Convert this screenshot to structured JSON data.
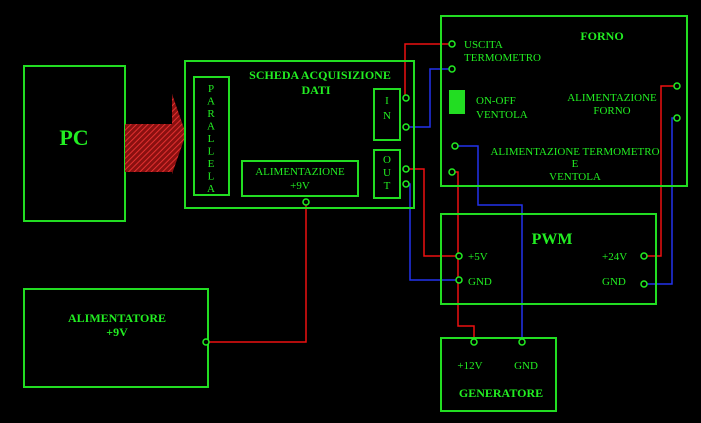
{
  "pc": {
    "label": "PC"
  },
  "scheda": {
    "title_line1": "SCHEDA ACQUISIZIONE",
    "title_line2": "DATI",
    "parallela": [
      "P",
      "A",
      "R",
      "A",
      "L",
      "L",
      "E",
      "L",
      "A"
    ],
    "in_port": [
      "I",
      "N"
    ],
    "out_port": [
      "O",
      "U",
      "T"
    ],
    "alim_line1": "ALIMENTAZIONE",
    "alim_line2": "+9V"
  },
  "forno": {
    "title": "FORNO",
    "uscita_line1": "USCITA",
    "uscita_line2": "TERMOMETRO",
    "onoff_line1": "ON-OFF",
    "onoff_line2": "VENTOLA",
    "alim_forno_line1": "ALIMENTAZIONE",
    "alim_forno_line2": "FORNO",
    "alim_term_line1": "ALIMENTAZIONE TERMOMETRO",
    "alim_term_line2": "E",
    "alim_term_line3": "VENTOLA"
  },
  "pwm": {
    "title": "PWM",
    "plus5v": "+5V",
    "gnd_left": "GND",
    "plus24v": "+24V",
    "gnd_right": "GND"
  },
  "alimentatore": {
    "line1": "ALIMENTATORE",
    "line2": "+9V"
  },
  "generatore": {
    "title": "GENERATORE",
    "plus12v": "+12V",
    "gnd": "GND"
  },
  "colors": {
    "box": "#22dd22",
    "wire_positive": "#ee1111",
    "wire_ground": "#2233ee",
    "arrow": "#cc2222",
    "background": "#000000"
  }
}
